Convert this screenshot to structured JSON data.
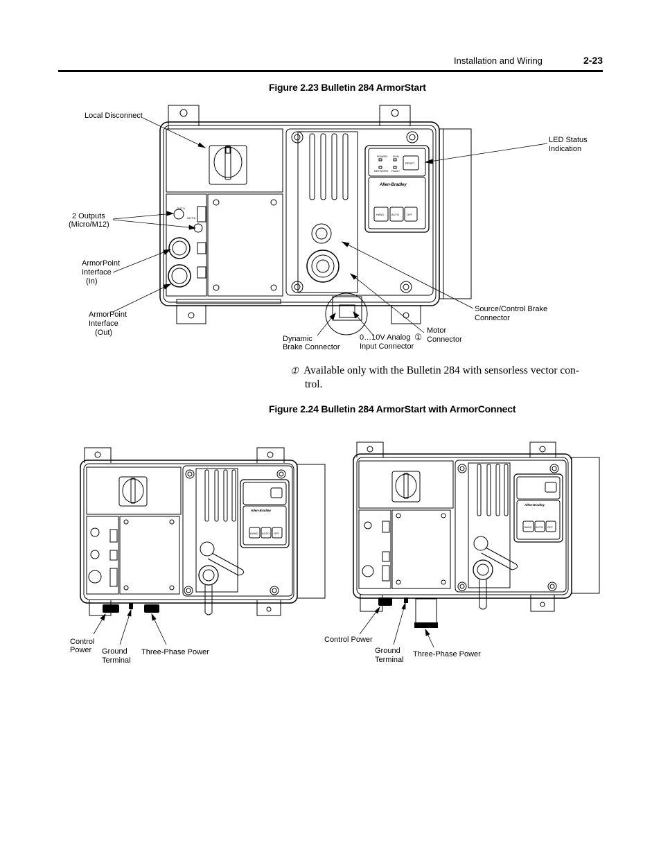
{
  "header": {
    "section": "Installation and Wiring",
    "page_number": "2-23"
  },
  "figure1": {
    "title": "Figure 2.23 Bulletin 284 ArmorStart",
    "labels": {
      "local_disconnect": "Local Disconnect",
      "led_status_1": "LED Status",
      "led_status_2": "Indication",
      "outputs_1": "2 Outputs",
      "outputs_2": "(Micro/M12)",
      "ap_in_1": "ArmorPoint",
      "ap_in_2": "Interface",
      "ap_in_3": "(In)",
      "ap_out_1": "ArmorPoint",
      "ap_out_2": "Interface",
      "ap_out_3": "(Out)",
      "brake_1": "Source/Control Brake",
      "brake_2": "Connector",
      "motor_1": "Motor",
      "motor_2": "Connector",
      "dynamic_1": "Dynamic",
      "dynamic_2": "Brake Connector",
      "analog_1": "0…10V Analog",
      "analog_mark": "➀",
      "analog_2": "Input Connector"
    },
    "panel_text": {
      "power": "POWER",
      "run": "RUN",
      "network": "NETWORK",
      "fault": "FAULT",
      "reset": "RESET",
      "brand": "Allen-Bradley",
      "hand": "HAND",
      "auto": "AUTO",
      "off": "OFF",
      "out_a": "OUT A",
      "out_b": "OUT B"
    },
    "footnote_mark": "➀",
    "footnote": "Available only with the Bulletin 284 with sensorless vector con- trol."
  },
  "figure2": {
    "title": "Figure 2.24 Bulletin 284 ArmorStart with ArmorConnect",
    "left": {
      "control_power_1": "Control",
      "control_power_2": "Power",
      "ground_1": "Ground",
      "ground_2": "Terminal",
      "three_phase": "Three-Phase Power"
    },
    "right": {
      "control_power": "Control Power",
      "ground_1": "Ground",
      "ground_2": "Terminal",
      "three_phase": "Three-Phase Power"
    }
  }
}
